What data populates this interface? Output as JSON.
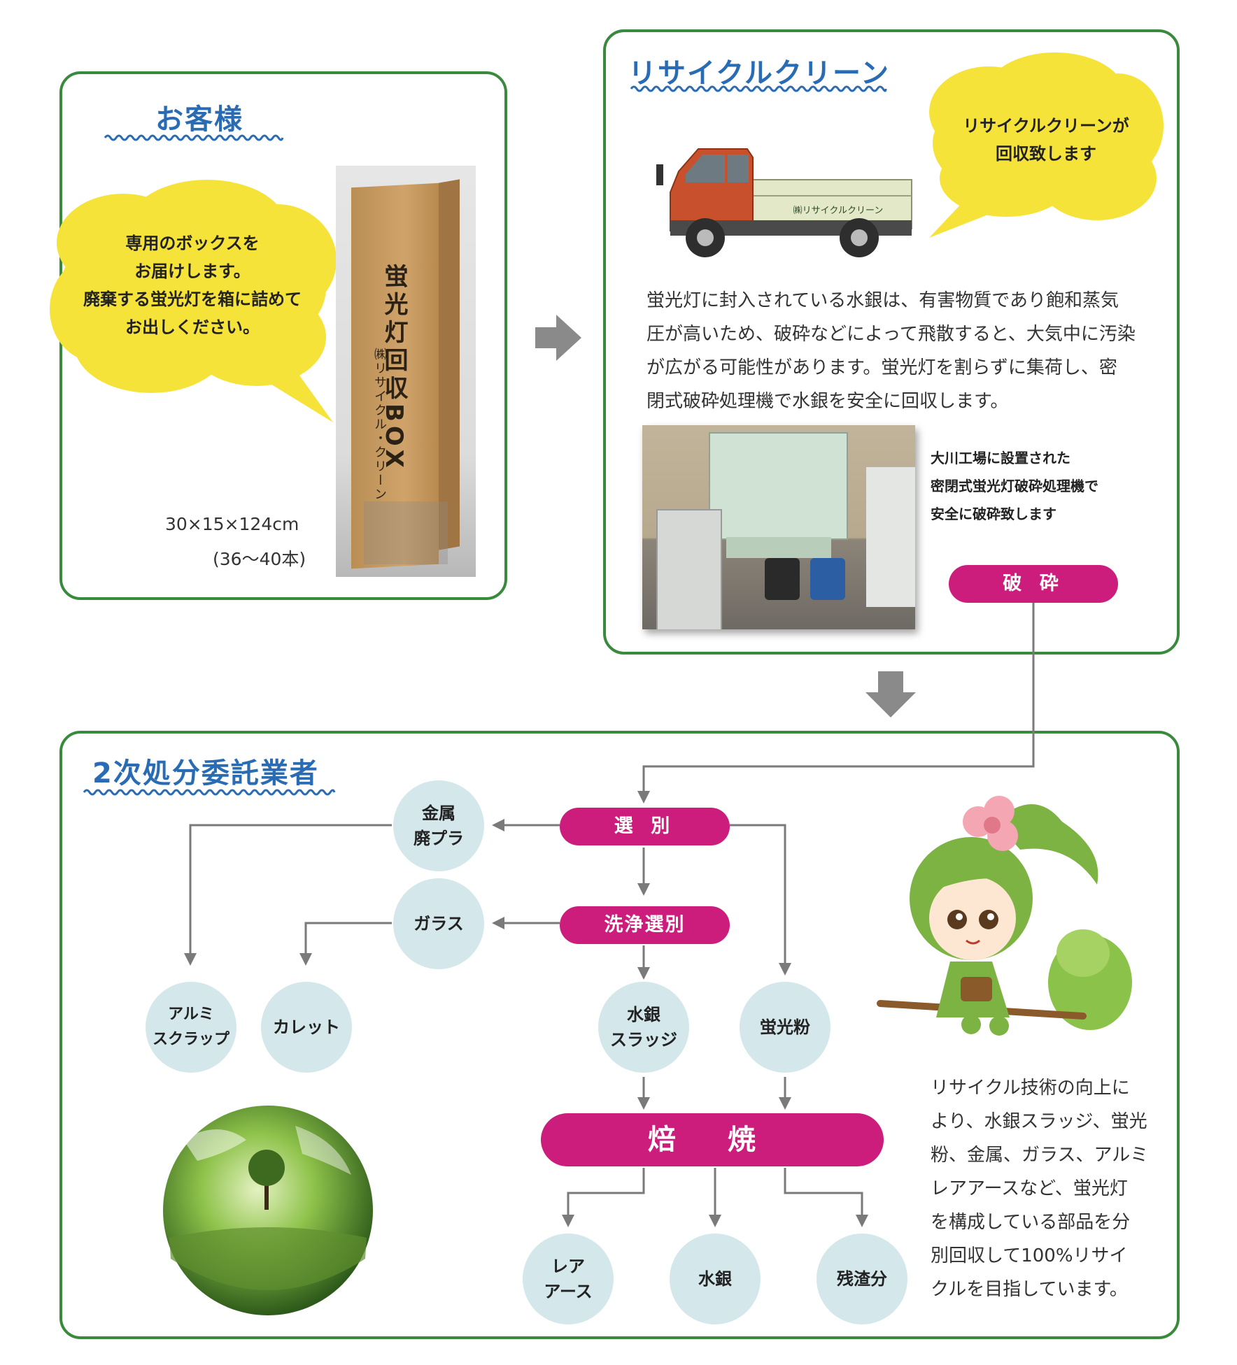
{
  "customer": {
    "title": "お客様",
    "bubble_lines": [
      "専用のボックスを",
      "お届けします。",
      "廃棄する蛍光灯を箱に詰めて",
      "お出しください。"
    ],
    "box_size": "30×15×124cm",
    "box_count": "(36〜40本)",
    "box_label_main": "蛍光灯回収BOX",
    "box_label_company": "㈱リサイクル・クリーン"
  },
  "recycle": {
    "title": "リサイクルクリーン",
    "bubble_lines": [
      "リサイクルクリーンが",
      "回収致します"
    ],
    "truck_label": "㈱リサイクルクリーン",
    "description_lines": [
      "蛍光灯に封入されている水銀は、有害物質であり飽和蒸気",
      "圧が高いため、破砕などによって飛散すると、大気中に汚染",
      "が広がる可能性があります。蛍光灯を割らずに集荷し、密",
      "閉式破砕処理機で水銀を安全に回収します。"
    ],
    "machine_caption_lines": [
      "大川工場に設置された",
      "密閉式蛍光灯破砕処理機で",
      "安全に破砕致します"
    ],
    "crush_label": "破 砕"
  },
  "secondary": {
    "title": "2次処分委託業者",
    "sort_label": "選 別",
    "wash_sort_label": "洗浄選別",
    "roast_label": "焙 焼",
    "circles": {
      "metal_plastic": "金属\n廃プラ",
      "glass": "ガラス",
      "aluminum_scrap": "アルミ\nスクラップ",
      "cullet": "カレット",
      "mercury_sludge": "水銀\nスラッジ",
      "phosphor_powder": "蛍光粉",
      "rare_earth": "レア\nアース",
      "mercury": "水銀",
      "residue": "残渣分"
    },
    "summary_lines": [
      "リサイクル技術の向上に",
      "より、水銀スラッジ、蛍光",
      "粉、金属、ガラス、アルミ",
      "レアアースなど、蛍光灯",
      "を構成している部品を分",
      "別回収して100%リサイ",
      "クルを目指しています。"
    ]
  },
  "colors": {
    "panel_border": "#3a8a3e",
    "title_blue": "#2a6cb4",
    "bubble_yellow": "#f6e33a",
    "pill_magenta": "#cc1c7c",
    "circle_fill": "#d4e7ea",
    "arrow_gray": "#8a8a8a"
  },
  "icons": [
    "flow-arrow-right-icon",
    "flow-arrow-down-icon",
    "mascot-icon",
    "globe-icon",
    "truck-icon"
  ]
}
